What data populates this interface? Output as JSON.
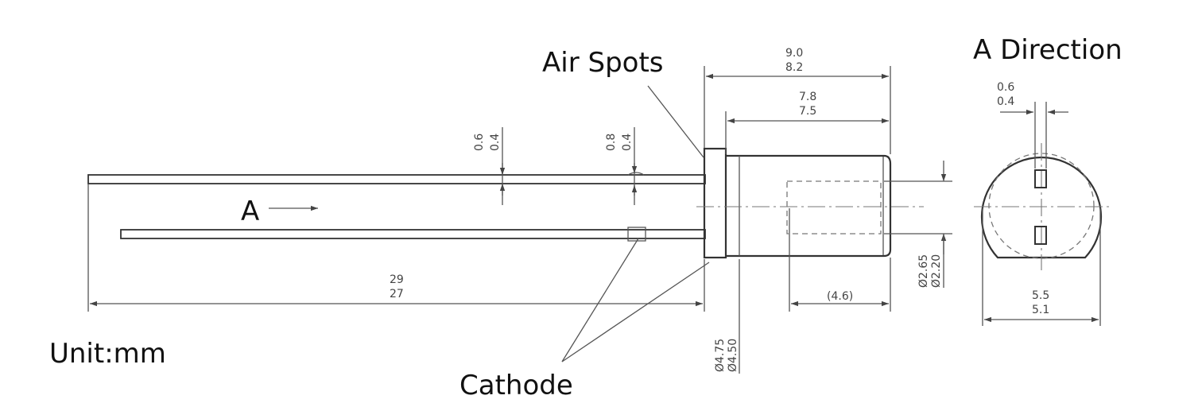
{
  "labels": {
    "air_spots": "Air Spots",
    "a_direction": "A Direction",
    "unit": "Unit:mm",
    "cathode": "Cathode",
    "view_arrow": "A"
  },
  "dimensions": {
    "lead_dia_max": "0.6",
    "lead_dia_min": "0.4",
    "lead_kink_max": "0.8",
    "lead_kink_min": "0.4",
    "overall_len_max": "9.0",
    "overall_len_min": "8.2",
    "body_len_max": "7.8",
    "body_len_min": "7.5",
    "lead_len_max": "29",
    "lead_len_min": "27",
    "flange_dia_max": "Ø4.75",
    "flange_dia_min": "Ø4.50",
    "lens_len": "(4.6)",
    "lens_dia_max": "Ø2.65",
    "lens_dia_min": "Ø2.20",
    "end_lead_max": "0.6",
    "end_lead_min": "0.4",
    "end_width_max": "5.5",
    "end_width_min": "5.1"
  },
  "colors": {
    "line": "#333333",
    "text": "#111111"
  }
}
